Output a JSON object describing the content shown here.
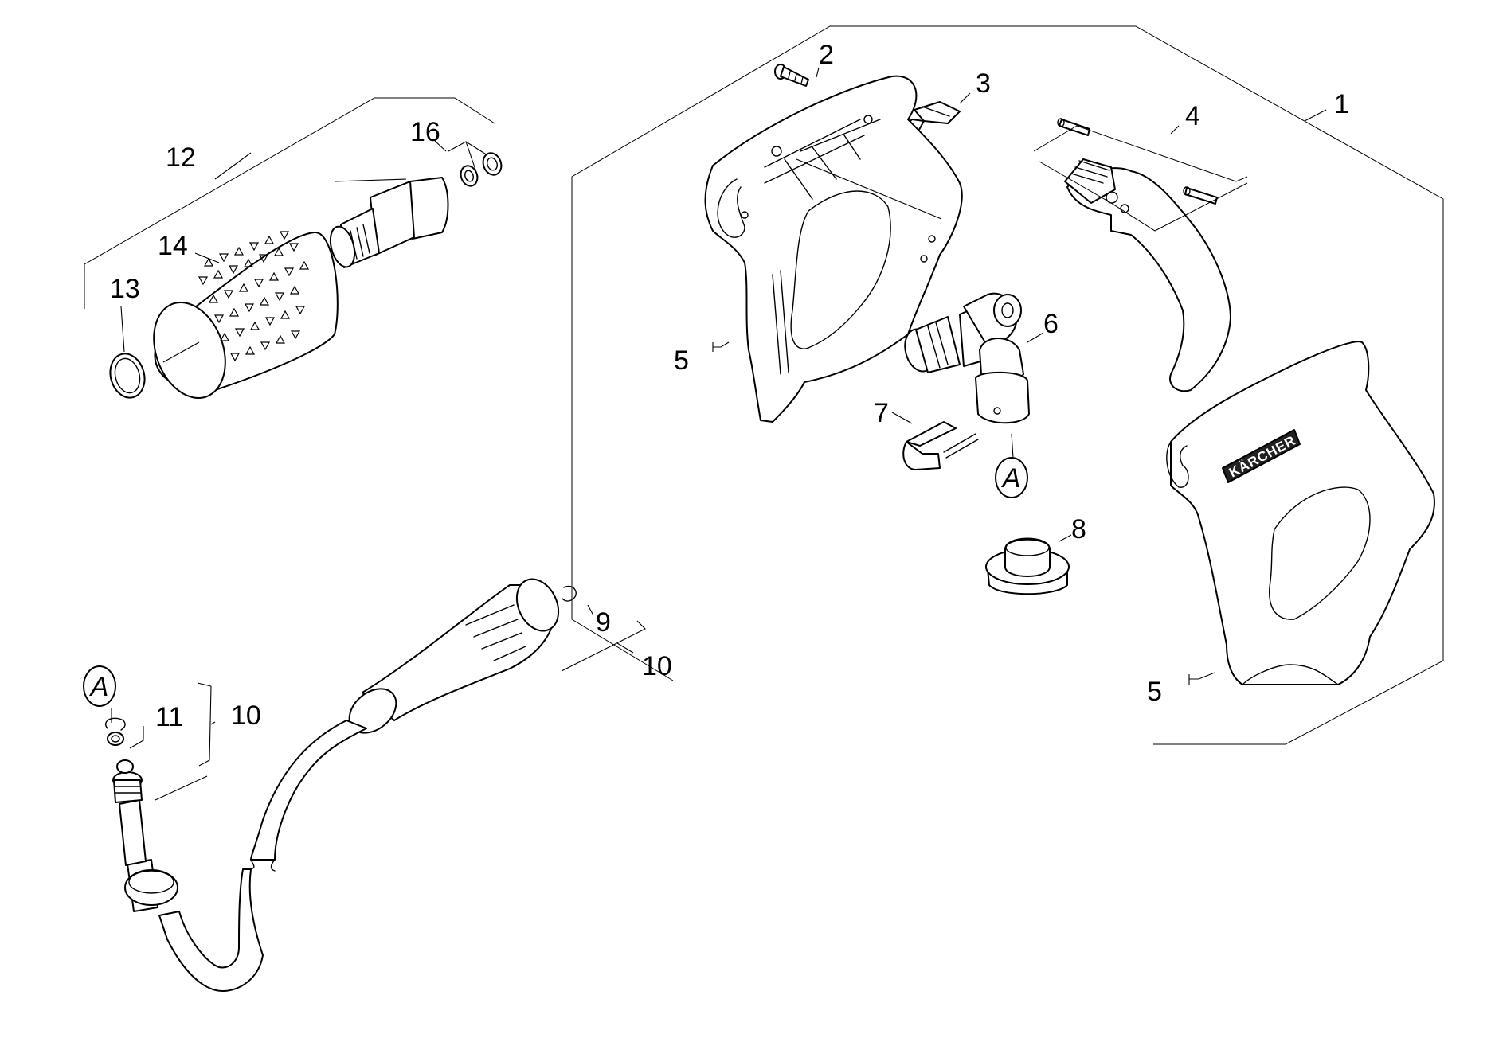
{
  "callouts": {
    "c1": "1",
    "c2": "2",
    "c3": "3",
    "c4": "4",
    "c5a": "5",
    "c5b": "5",
    "c6": "6",
    "c7": "7",
    "c8": "8",
    "c9": "9",
    "c10a": "10",
    "c10b": "10",
    "c11": "11",
    "c12": "12",
    "c13": "13",
    "c14": "14",
    "c16": "16"
  },
  "references": {
    "a_top": "A",
    "a_left": "A"
  },
  "brand_label": "KÄRCHER"
}
